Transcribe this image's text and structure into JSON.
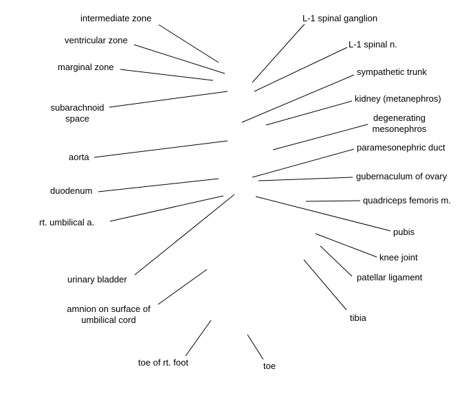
{
  "labels": {
    "intermediate_zone": "intermediate zone",
    "ventricular_zone": "ventricular zone",
    "marginal_zone": "marginal zone",
    "subarachnoid_space_1": "subarachnoid",
    "subarachnoid_space_2": "space",
    "aorta": "aorta",
    "duodenum": "duodenum",
    "rt_umbilical_a": "rt. umbilical a.",
    "urinary_bladder": "urinary bladder",
    "amnion_1": "amnion on surface of",
    "amnion_2": "umbilical cord",
    "toe_rt_foot": "toe of rt. foot",
    "toe": "toe",
    "l1_spinal_ganglion": "L-1 spinal ganglion",
    "l1_spinal_n": "L-1 spinal n.",
    "sympathetic_trunk": "sympathetic trunk",
    "kidney": "kidney (metanephros)",
    "degenerating_1": "degenerating",
    "degenerating_2": "mesonephros",
    "paramesonephric_duct": "paramesonephric duct",
    "gubernaculum": "gubernaculum of ovary",
    "quadriceps": "quadriceps femoris m.",
    "pubis": "pubis",
    "knee_joint": "knee joint",
    "patellar_ligament": "patellar ligament",
    "tibia": "tibia"
  },
  "colors": {
    "line": "#000000",
    "text": "#000000",
    "background": "#ffffff"
  }
}
